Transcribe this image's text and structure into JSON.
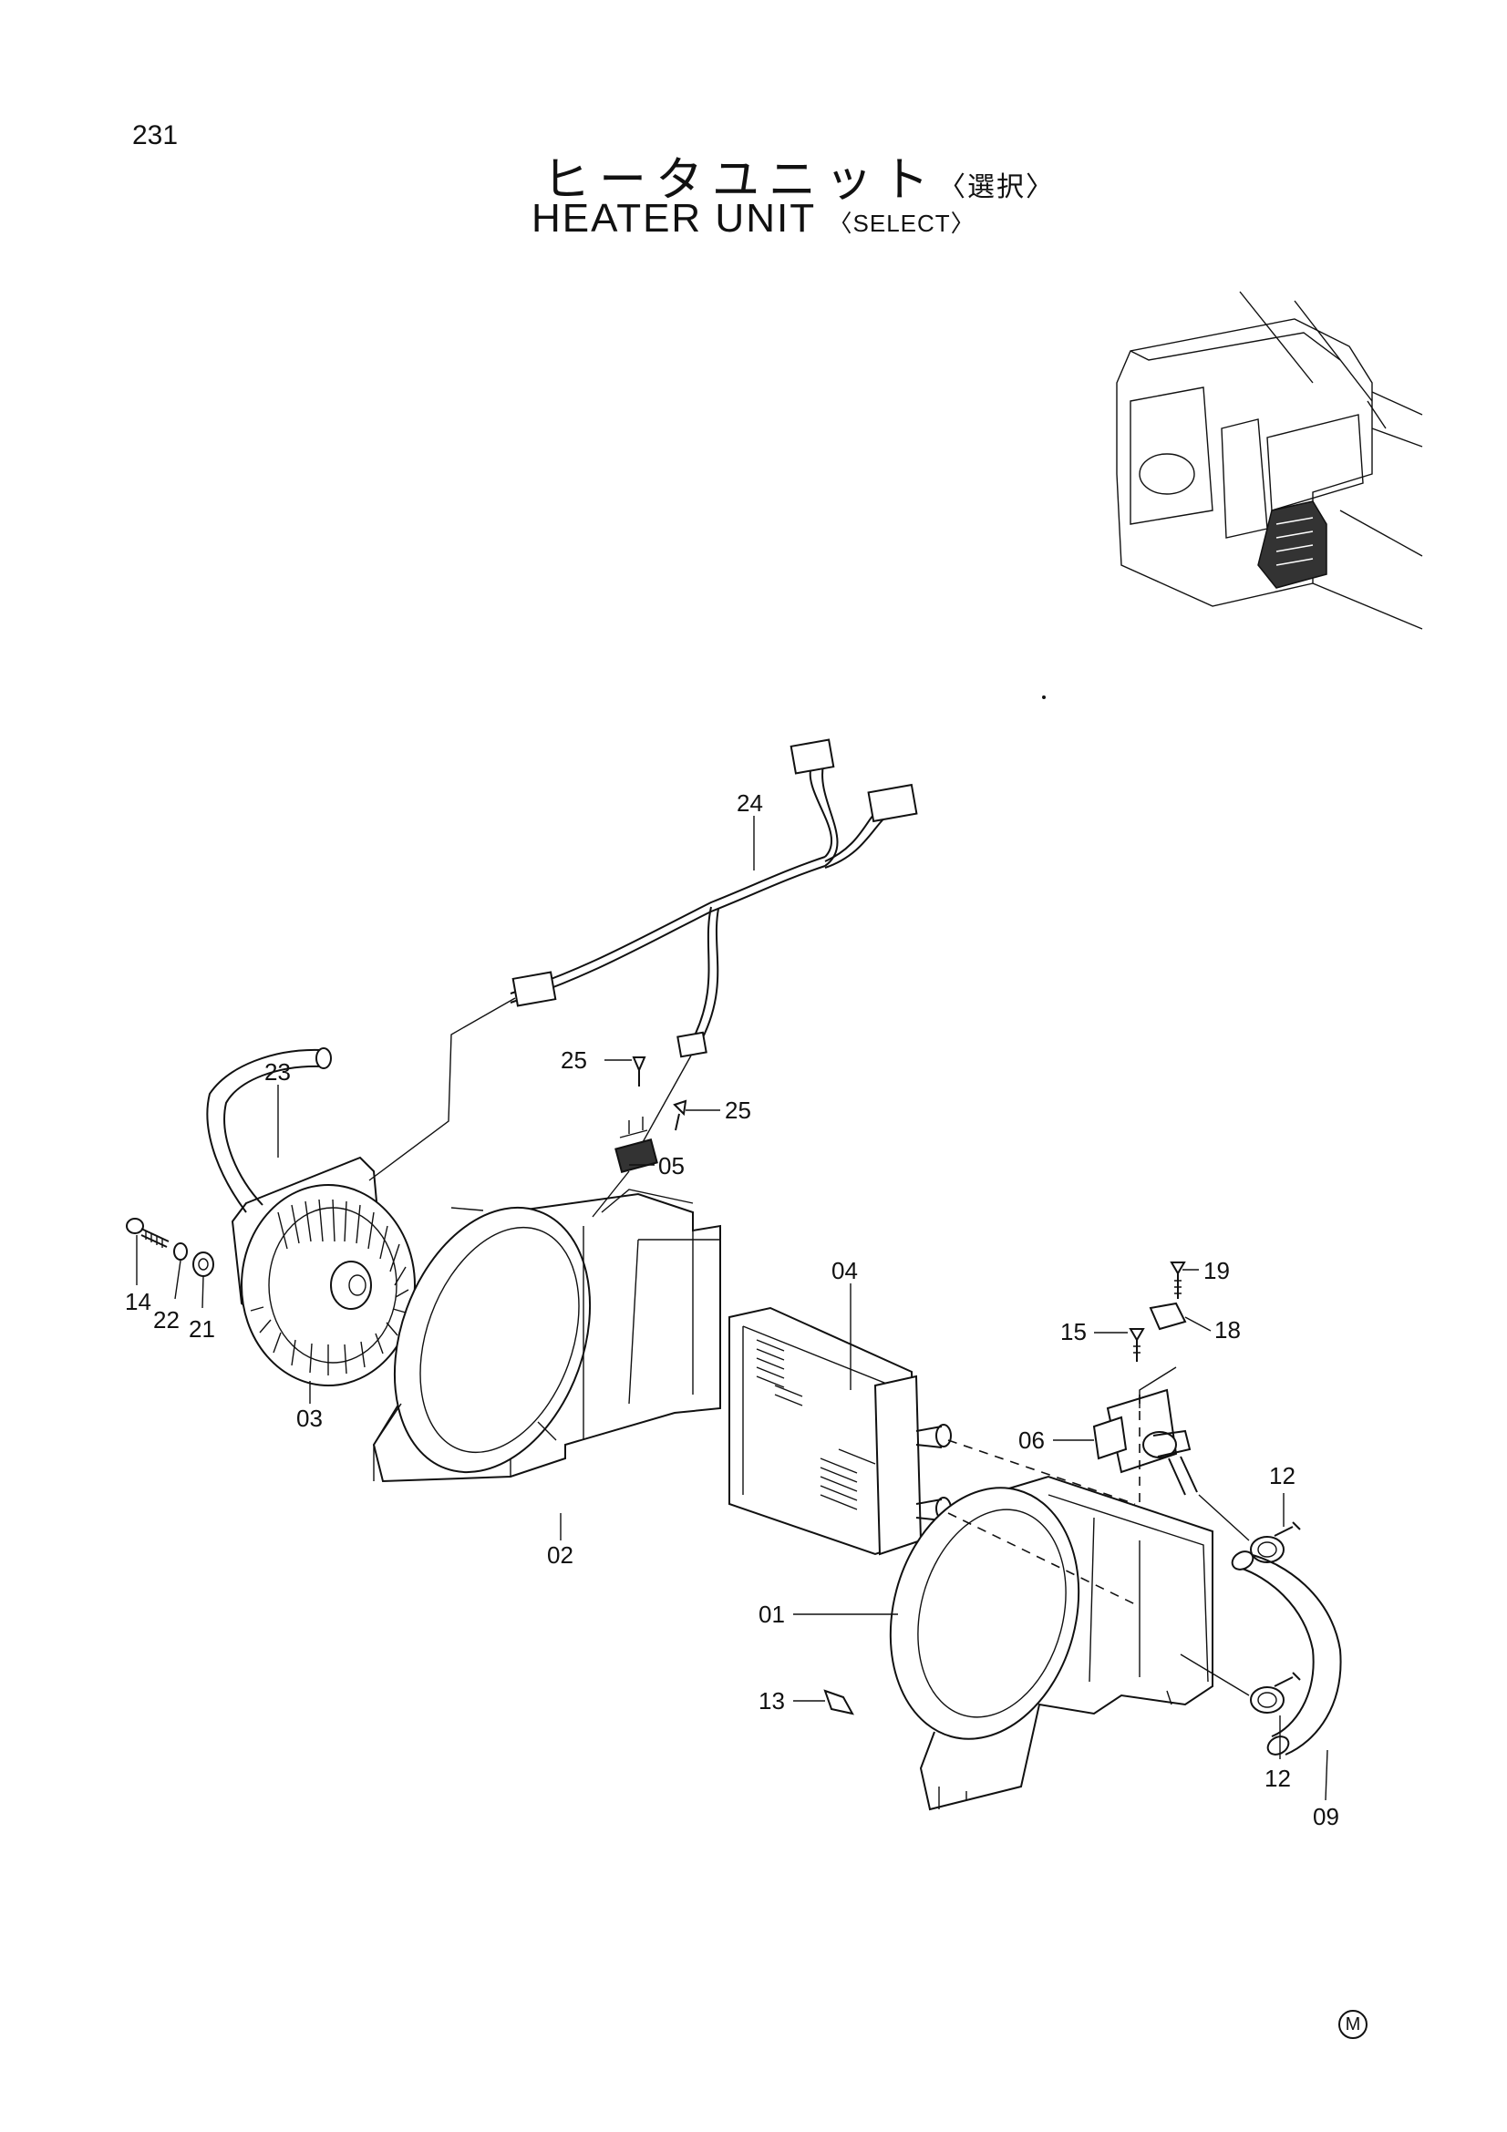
{
  "page_number": "231",
  "title_jp": "ヒータユニット",
  "title_jp_sub": "〈選択〉",
  "title_en": "HEATER UNIT",
  "title_en_sub": "〈SELECT〉",
  "corner_mark": "M",
  "callouts": {
    "c01": "01",
    "c02": "02",
    "c03": "03",
    "c04": "04",
    "c05": "05",
    "c06": "06",
    "c09": "09",
    "c12a": "12",
    "c12b": "12",
    "c13": "13",
    "c14": "14",
    "c15": "15",
    "c18": "18",
    "c19": "19",
    "c21": "21",
    "c22": "22",
    "c23": "23",
    "c24": "24",
    "c25a": "25",
    "c25b": "25"
  }
}
